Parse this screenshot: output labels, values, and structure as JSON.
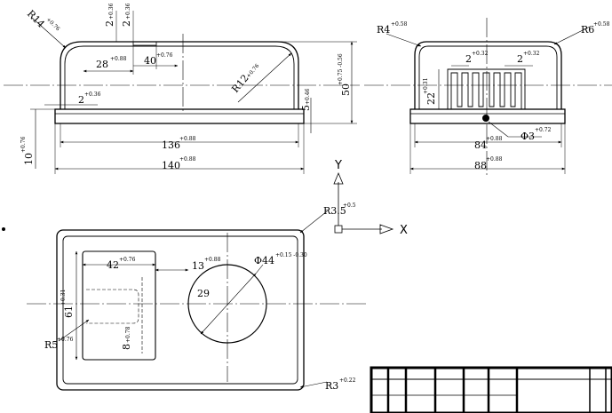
{
  "front_view": {
    "corner_radius": "R14",
    "corner_radius_tol": "+0.76",
    "outer_radius": "R12",
    "outer_radius_tol": "+0.76",
    "slot_width": "2",
    "slot_width_tol": "+0.36",
    "slot_depth": "2",
    "slot_depth_tol": "+0.36",
    "step_left": "28",
    "step_left_tol": "+0.88",
    "step_right": "40",
    "step_right_tol": "+0.76",
    "wall": "2",
    "wall_tol": "+0.36",
    "lip_height": "5",
    "lip_height_tol": "+0.46",
    "total_height": "50",
    "total_height_tol": "+0.75 -0.56",
    "base_height": "10",
    "base_height_tol": "+0.76",
    "inner_length": "136",
    "inner_length_tol": "+0.88",
    "outer_length": "140",
    "outer_length_tol": "+0.88"
  },
  "side_view": {
    "left_radius": "R4",
    "left_radius_tol": "+0.58",
    "right_radius": "R6",
    "right_radius_tol": "+0.58",
    "rib_gap_left": "2",
    "rib_gap_left_tol": "+0.32",
    "rib_gap_right": "2",
    "rib_gap_right_tol": "+0.32",
    "rib_height": "22",
    "rib_height_tol": "+0.31",
    "hole": "Φ3",
    "hole_tol": "+0.72",
    "inner_width": "84",
    "inner_width_tol": "+0.88",
    "outer_width": "88",
    "outer_width_tol": "+0.88"
  },
  "axes": {
    "x_label": "X",
    "y_label": "Y"
  },
  "top_view": {
    "corner_radius_top": "R3.5",
    "corner_radius_top_tol": "+0.5",
    "corner_radius_bottom": "R3",
    "corner_radius_bottom_tol": "+0.22",
    "window_width": "42",
    "window_width_tol": "+0.76",
    "offset": "13",
    "offset_tol": "+0.88",
    "circle_dia": "Φ44",
    "circle_dia_tol": "+0.15 -0.30",
    "circle_label": "29",
    "height": "61",
    "height_tol": "+0.31",
    "inner_radius": "R5",
    "inner_radius_tol": "+0.76",
    "small_dim": "8",
    "small_dim_tol": "+0.78"
  }
}
